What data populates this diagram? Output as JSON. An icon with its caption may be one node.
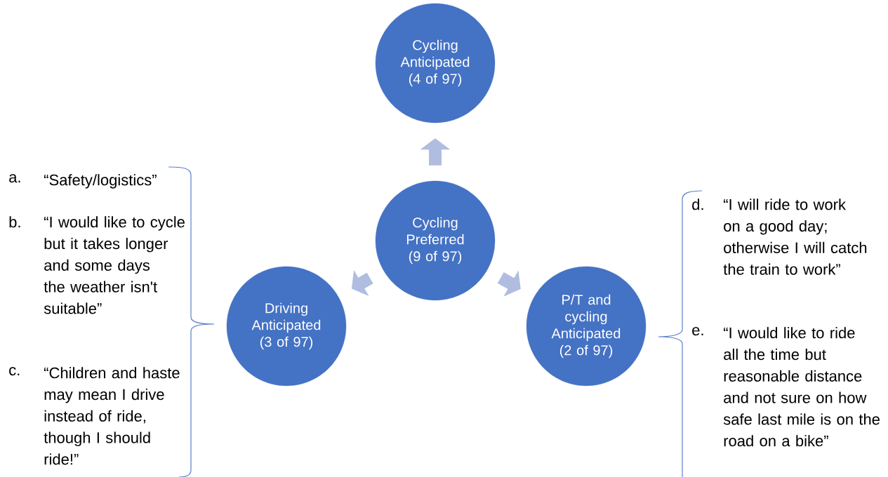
{
  "diagram": {
    "nodes": [
      {
        "text": [
          "Cycling Anticipated (4 of 97)"
        ]
      },
      {
        "text": [
          "Cycling Preferred (9 of 97)"
        ]
      },
      {
        "text": [
          "Driving Anticipated (3 of 97)"
        ]
      },
      {
        "text": [
          "P/T and cycling Anticipated (2 of 97)"
        ]
      }
    ],
    "edges": [
      {
        "from": 1,
        "to": 0,
        "arrow": "to"
      },
      {
        "from": 1,
        "to": 2,
        "arrow": "to"
      },
      {
        "from": 1,
        "to": 3,
        "arrow": "to"
      }
    ],
    "labels": [
      "a.",
      "“Safety/logistics”",
      "b.",
      "“I would like to cycle but it takes longer and some days the weather isn't suitable”",
      "c.",
      "“Children and haste may mean I drive instead of ride, though I should ride!”",
      "d.",
      "“I will ride to work on a good day; otherwise I will catch the train to work”",
      "e.",
      "“I would like to ride all the time but reasonable distance and not sure on how safe last mile is on the road on a bike”"
    ]
  }
}
